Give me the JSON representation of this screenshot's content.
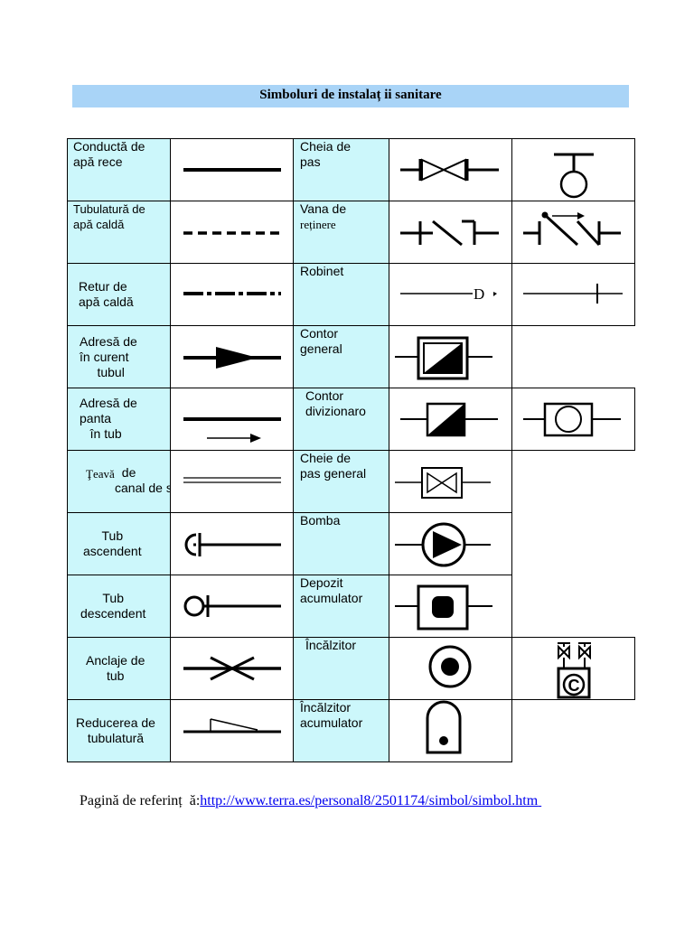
{
  "title": "Simboluri de instalaț ii sanitare",
  "left_rows": [
    {
      "label": "Conductă de\napă rece",
      "symbol": "line-solid-icon"
    },
    {
      "label": "Tubulatură de\napă caldă",
      "symbol": "line-dashed-icon"
    },
    {
      "label": "Retur de\napă caldă",
      "symbol": "line-dash-dot-icon"
    },
    {
      "label": "Adresă de\nîn curent\n     tubul",
      "symbol": "flow-arrow-icon"
    },
    {
      "label": "Adresă de\npanta\n   în tub",
      "symbol": "slope-arrow-icon"
    },
    {
      "label_serif": "Ţeavă",
      "label_rest": "  de\ncanal de scurgere",
      "symbol": "double-line-icon"
    },
    {
      "label": "Tub\nascendent",
      "symbol": "ascending-pipe-icon"
    },
    {
      "label": "Tub\ndescendent",
      "symbol": "descending-pipe-icon"
    },
    {
      "label": "Anclaje de\ntub",
      "symbol": "pipe-anchor-icon"
    },
    {
      "label": "Reducerea de\ntubulatură",
      "symbol": "pipe-reducer-icon"
    }
  ],
  "right_rows": [
    {
      "label": "Cheia de\npas",
      "symbol": "gate-valve-icon",
      "symbol2": "valve-top-view-icon"
    },
    {
      "label": "Vana de",
      "label_serif": "reținere",
      "symbol": "check-valve-icon",
      "symbol2": "check-valve-alt-icon"
    },
    {
      "label": "Robinet",
      "symbol": "tap-icon",
      "symbol_text": "D",
      "symbol2": "tap-alt-icon"
    },
    {
      "label": "Contor\ngeneral",
      "symbol": "general-meter-icon"
    },
    {
      "label": "Contor\ndivizionaro",
      "symbol": "divisional-meter-icon",
      "symbol2": "meter-alt-icon"
    },
    {
      "label": "Cheie de\npas general",
      "symbol": "main-valve-icon"
    },
    {
      "label": "Bomba",
      "symbol": "pump-icon"
    },
    {
      "label": "Depozit\nacumulator",
      "symbol": "storage-tank-icon"
    },
    {
      "label": "Încălzitor",
      "symbol": "heater-icon",
      "symbol2": "heater-alt-icon",
      "symbol2_text": "C"
    },
    {
      "label": "Încălzitor\nacumulator",
      "symbol": "storage-heater-icon"
    }
  ],
  "reference": {
    "prefix": "Pagină de referinț  ă:",
    "link": "http://www.terra.es/personal8/2501174/simbol/simbol.htm"
  }
}
